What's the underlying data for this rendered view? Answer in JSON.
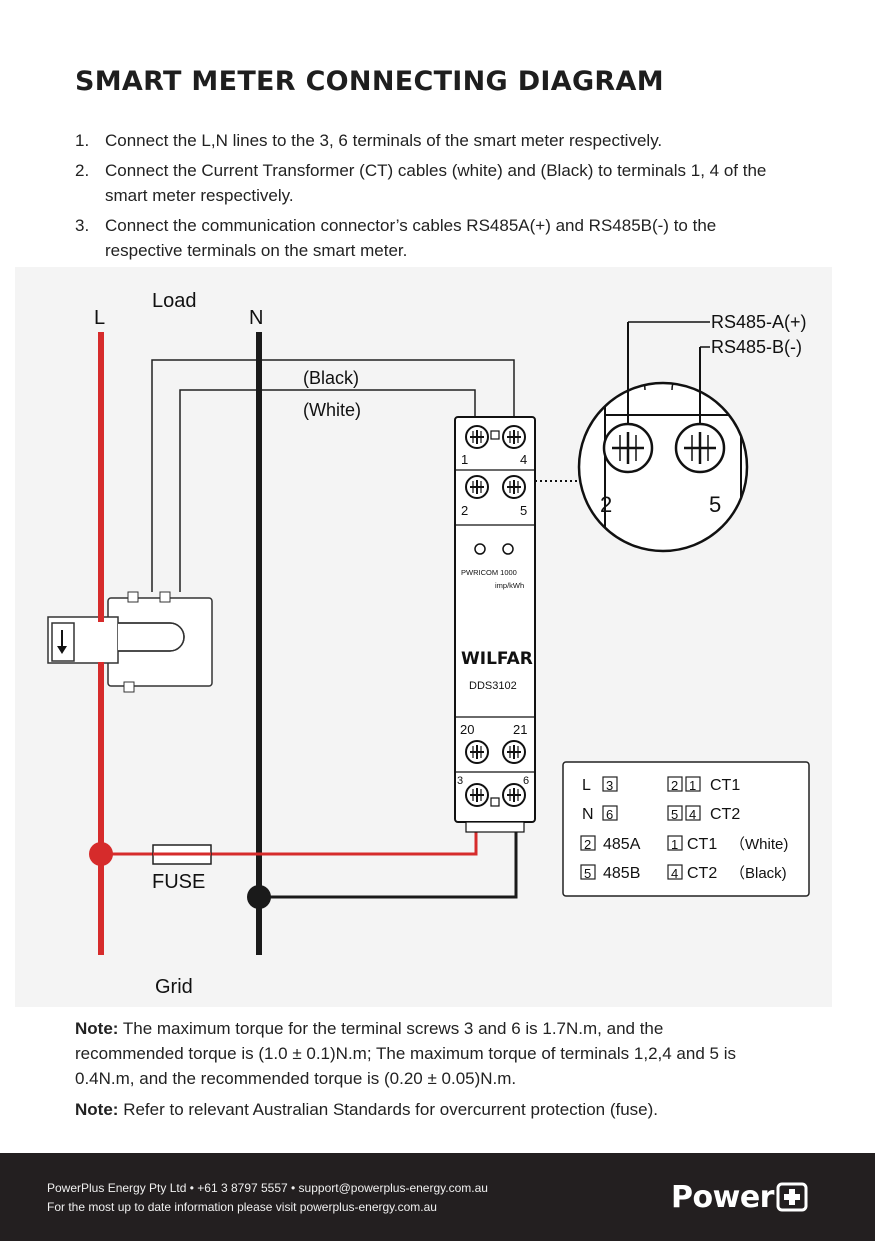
{
  "title": "SMART METER CONNECTING DIAGRAM",
  "steps": [
    {
      "num": "1.",
      "text": "Connect the L,N lines to the 3, 6 terminals of the smart meter respectively."
    },
    {
      "num": "2.",
      "text": "Connect the Current Transformer (CT) cables (white) and (Black) to terminals 1, 4 of the smart meter respectively."
    },
    {
      "num": "3.",
      "text": "Connect the communication connector’s cables RS485A(+) and RS485B(-) to the respective terminals on the smart meter."
    }
  ],
  "diagram": {
    "labels": {
      "l": "L",
      "n": "N",
      "load": "Load",
      "grid": "Grid",
      "black": "(Black)",
      "white": "(White)",
      "fuse": "FUSE",
      "rs485a": "RS485-A(+)",
      "rs485b": "RS485-B(-)"
    },
    "meter": {
      "t1": "1",
      "t4": "4",
      "t2": "2",
      "t5": "5",
      "t20": "20",
      "t21": "21",
      "t3": "3",
      "t6": "6",
      "impulse": "PWRICOM 1000",
      "unit": "imp/kWh",
      "brand": "WILFAR",
      "model": "DDS3102"
    },
    "zoom": {
      "left": "2",
      "right": "5"
    },
    "legend": [
      {
        "left_letter": "L",
        "left_code": "3",
        "right_codes": [
          "2",
          "1"
        ],
        "right_text": "CT1",
        "extra": ""
      },
      {
        "left_letter": "N",
        "left_code": "6",
        "right_codes": [
          "5",
          "4"
        ],
        "right_text": "CT2",
        "extra": ""
      },
      {
        "left_letter": "",
        "left_code": "2",
        "left_text": "485A",
        "right_codes": [
          "1"
        ],
        "right_text": "CT1",
        "extra": "（White)"
      },
      {
        "left_letter": "",
        "left_code": "5",
        "left_text": "485B",
        "right_codes": [
          "4"
        ],
        "right_text": "CT2",
        "extra": "（Black)"
      }
    ],
    "colors": {
      "live": "#d62b2b",
      "neutral": "#1a1a1a",
      "background": "#f4f4f4"
    }
  },
  "notes": [
    {
      "label": "Note:",
      "text": "The maximum torque for the terminal screws 3 and 6 is 1.7N.m, and the recommended torque is (1.0 ± 0.1)N.m; The maximum torque of terminals 1,2,4 and 5 is 0.4N.m, and the recommended torque is (0.20 ± 0.05)N.m."
    },
    {
      "label": "Note:",
      "text": "Refer to relevant Australian Standards for overcurrent protection (fuse)."
    }
  ],
  "footer": {
    "line1": "PowerPlus Energy Pty Ltd • +61 3 8797 5557 • support@powerplus-energy.com.au",
    "line2": "For the most up to date information please visit powerplus-energy.com.au",
    "logo": "Power"
  }
}
